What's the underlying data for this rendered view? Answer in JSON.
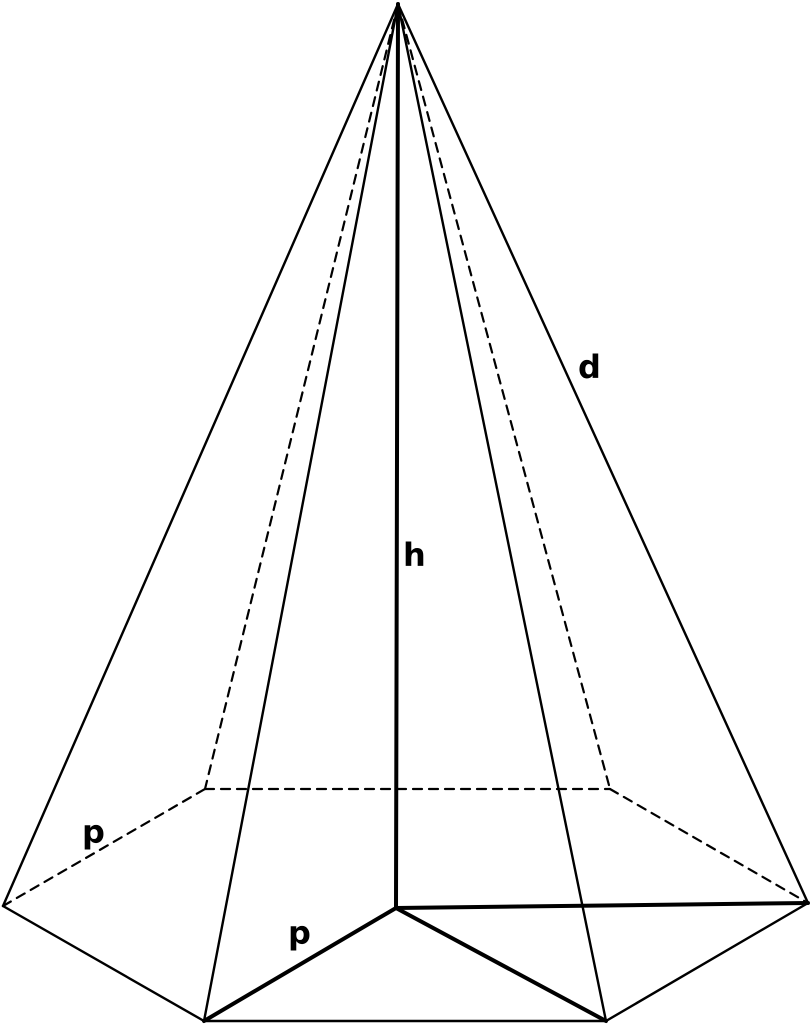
{
  "diagram": {
    "labels": {
      "height": "h",
      "edge": "d",
      "side_left": "p",
      "side_bottom": "p"
    },
    "colors": {
      "stroke": "#000000",
      "background": "#ffffff"
    }
  }
}
